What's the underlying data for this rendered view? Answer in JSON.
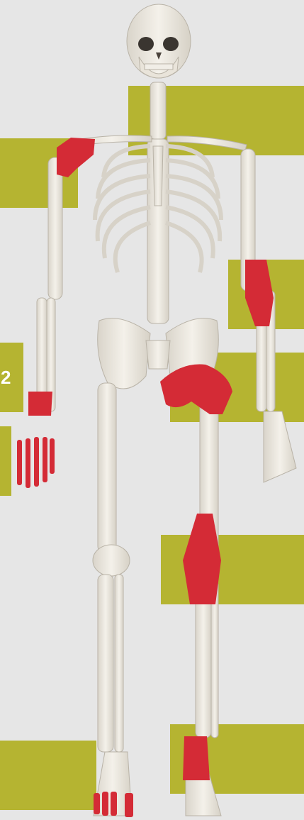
{
  "image": {
    "background_color": "#e6e6e6",
    "label_color": "#b5b431",
    "bone_color": "#eeebe4",
    "affected_joint_color": "#d42b36"
  },
  "labels": {
    "visible_number": "2"
  },
  "affected_joints": [
    "left-shoulder",
    "right-wrist",
    "left-wrist",
    "left-fingers",
    "right-hip",
    "right-knee",
    "right-ankle",
    "left-toes"
  ]
}
